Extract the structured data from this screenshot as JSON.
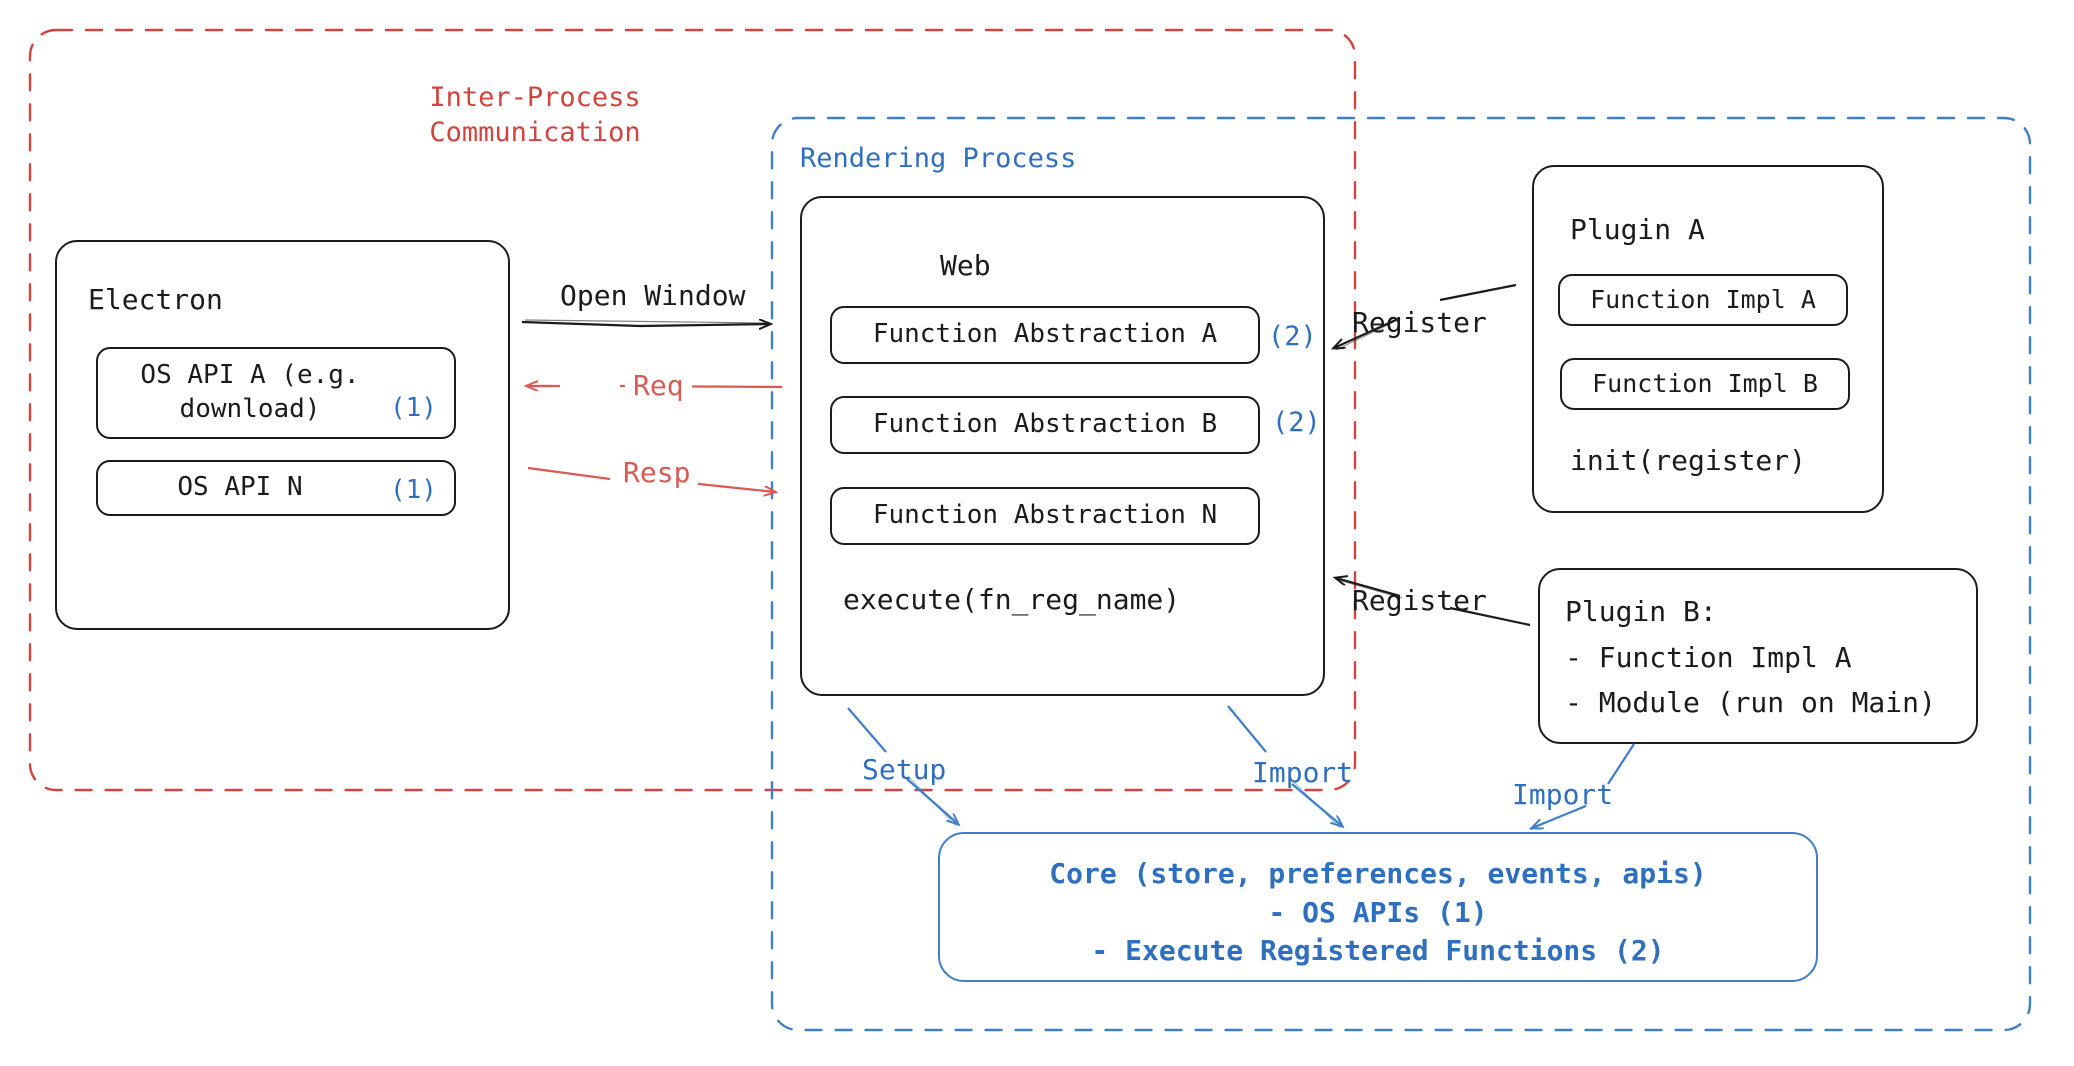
{
  "diagram": {
    "title": "Electron plugin architecture diagram"
  },
  "regions": {
    "ipc": {
      "label": "Inter-Process\nCommunication",
      "color": "#d1443f",
      "style": "dashed"
    },
    "rendering": {
      "label": "Rendering Process",
      "color": "#3f7fc9",
      "style": "dashed"
    }
  },
  "electron": {
    "title": "Electron",
    "apis": [
      {
        "name": "OS API A (e.g.\ndownload)",
        "marker": "(1)"
      },
      {
        "name": "OS API N",
        "marker": "(1)"
      }
    ]
  },
  "web": {
    "title": "Web",
    "abstractions": [
      {
        "name": "Function Abstraction A",
        "marker": "(2)"
      },
      {
        "name": "Function Abstraction B",
        "marker": "(2)"
      },
      {
        "name": "Function Abstraction N",
        "marker": ""
      }
    ],
    "execute": "execute(fn_reg_name)"
  },
  "plugin_a": {
    "title": "Plugin A",
    "impls": [
      "Function Impl A",
      "Function Impl B"
    ],
    "init": "init(register)"
  },
  "plugin_b": {
    "title": "Plugin B:",
    "lines": [
      "- Function Impl A",
      "- Module (run on Main)"
    ]
  },
  "core": {
    "text": "Core (store, preferences, events, apis)\n- OS APIs (1)\n- Execute Registered Functions (2)",
    "color": "#2f6fc0"
  },
  "edges": {
    "open_window": {
      "label": "Open Window",
      "color": "#1b1b1b"
    },
    "req": {
      "label": "Req",
      "color": "#d95b55"
    },
    "resp": {
      "label": "Resp",
      "color": "#d95b55"
    },
    "register_a": {
      "label": "Register",
      "color": "#1b1b1b"
    },
    "register_b": {
      "label": "Register",
      "color": "#1b1b1b"
    },
    "setup": {
      "label": "Setup",
      "color": "#3f7fc9"
    },
    "import_web": {
      "label": "Import",
      "color": "#3f7fc9"
    },
    "import_plugin": {
      "label": "Import",
      "color": "#3f7fc9"
    }
  },
  "colors": {
    "ink": "#1b1b1b",
    "red": "#d1443f",
    "red_arrow": "#d95b55",
    "blue": "#3f7fc9",
    "blue_text": "#2f6fc0"
  }
}
